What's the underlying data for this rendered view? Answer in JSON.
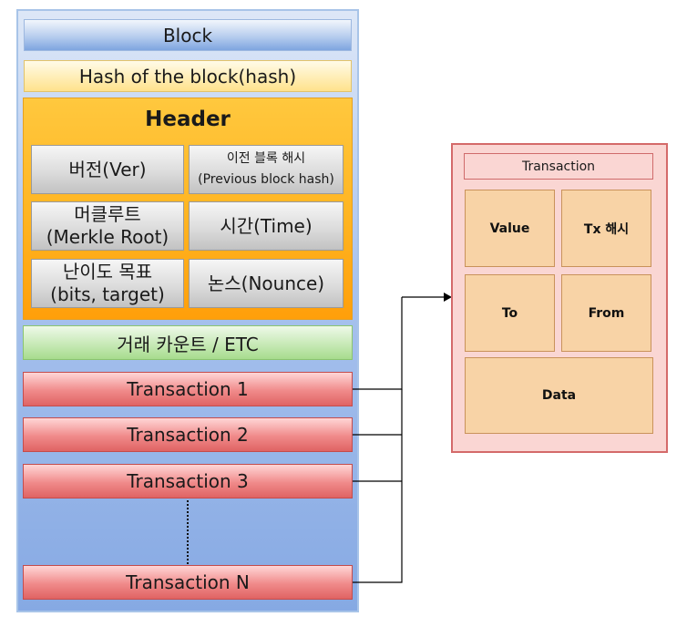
{
  "block": {
    "title": "Block",
    "hash": "Hash of the block(hash)",
    "header": {
      "title": "Header",
      "cells": [
        {
          "line1": "버전(Ver)",
          "line2": ""
        },
        {
          "line1": "이전 블록 해시",
          "line2": "(Previous block hash)"
        },
        {
          "line1": "머클루트",
          "line2": "(Merkle Root)"
        },
        {
          "line1": "시간(Time)",
          "line2": ""
        },
        {
          "line1": "난이도 목표",
          "line2": "(bits, target)"
        },
        {
          "line1": "논스(Nounce)",
          "line2": ""
        }
      ]
    },
    "etc": "거래 카운트 / ETC",
    "transactions": [
      "Transaction 1",
      "Transaction 2",
      "Transaction 3",
      "Transaction N"
    ]
  },
  "transaction_detail": {
    "title": "Transaction",
    "fields": [
      "Value",
      "Tx 해시",
      "To",
      "From",
      "Data"
    ]
  }
}
